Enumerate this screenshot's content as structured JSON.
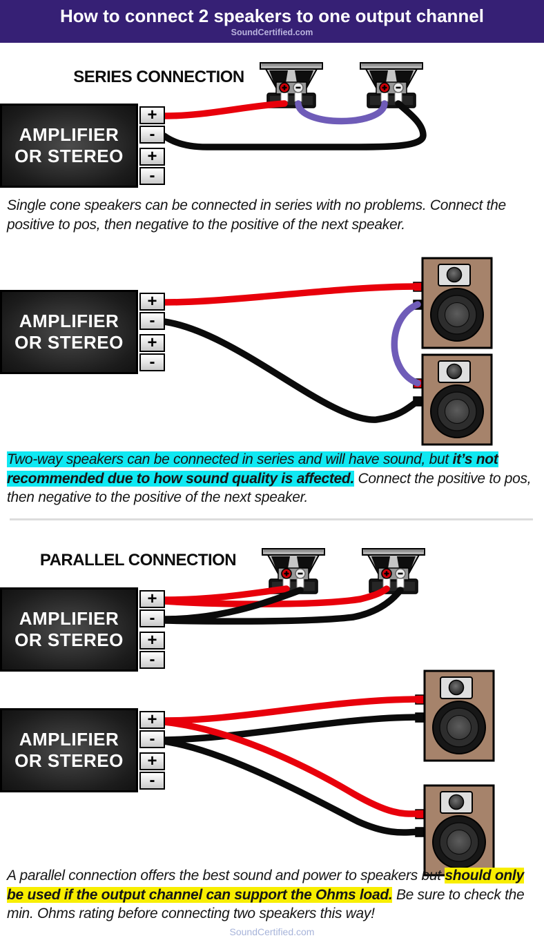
{
  "header": {
    "title": "How to connect 2 speakers to one output channel",
    "subtitle": "SoundCertified.com"
  },
  "sections": {
    "series_heading": "SERIES CONNECTION",
    "parallel_heading": "PARALLEL CONNECTION"
  },
  "amp": {
    "line1": "AMPLIFIER",
    "line2": "OR STEREO",
    "terminals": [
      "+",
      "-",
      "+",
      "-"
    ]
  },
  "paragraphs": {
    "p1": "Single cone speakers can be connected in series with no problems. Connect the positive to pos, then negative to the positive of the next speaker.",
    "p2": {
      "seg1": "Two-way speakers can be connected in series and will have sound, but ",
      "seg2": "it’s not recommended due to how sound quality is affected.",
      "seg3": " Connect the positive to pos, then negative to the positive of the next speaker."
    },
    "p3": {
      "seg1": "A parallel connection offers the best sound and power to speakers but ",
      "seg2": "should only be used if the output channel can support the Ohms load.",
      "seg3": " Be sure to check the min. Ohms rating before connecting two speakers this way!"
    }
  },
  "footer": {
    "text": "SoundCertified.com"
  },
  "colors": {
    "header_bg": "#362075",
    "wire_red": "#e8000b",
    "wire_black": "#0b0b0b",
    "wire_purple": "#6f5cb8",
    "highlight_cyan": "#10e8f2",
    "highlight_yellow": "#f8ee00",
    "cabinet_brown": "#a6836b",
    "terminal_red": "#cf0008"
  }
}
